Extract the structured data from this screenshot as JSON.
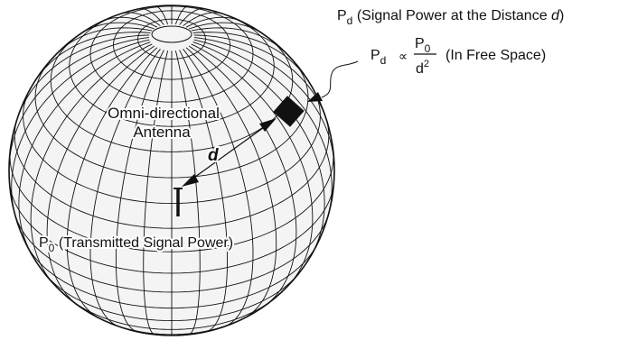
{
  "received_power": {
    "symbol": "P",
    "subscript": "d",
    "description_prefix": "(Signal Power at the Distance ",
    "description_var": "d",
    "description_suffix": ")"
  },
  "free_space_relation": {
    "lhs_symbol": "P",
    "lhs_subscript": "d",
    "proportional_sign": "∝",
    "numerator_symbol": "P",
    "numerator_subscript": "0",
    "denominator_symbol": "d",
    "denominator_exponent": "2",
    "condition": "(In Free Space)"
  },
  "antenna_label": {
    "line1": "Omni-directional",
    "line2": "Antenna"
  },
  "distance_label": "d",
  "transmitted_power": {
    "symbol": "P",
    "subscript": "0",
    "description": "(Transmitted Signal Power)"
  }
}
